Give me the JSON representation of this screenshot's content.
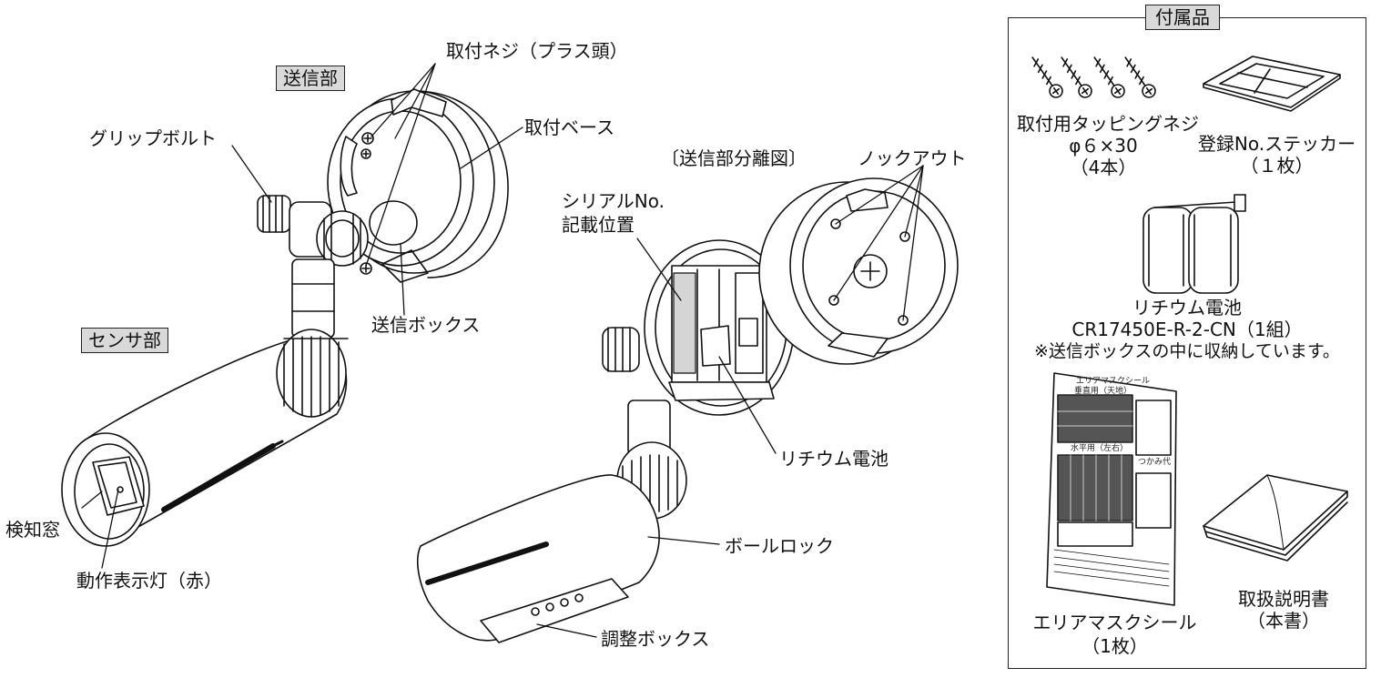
{
  "tags": {
    "transmitter": "送信部",
    "sensor": "センサ部"
  },
  "labels": {
    "mounting_screw": "取付ネジ（プラス頭）",
    "grip_bolt": "グリップボルト",
    "mounting_base": "取付ベース",
    "transmit_box": "送信ボックス",
    "exploded_view": "〔送信部分離図〕",
    "knockout": "ノックアウト",
    "serial_line1": "シリアルNo.",
    "serial_line2": "記載位置",
    "lithium_battery": "リチウム電池",
    "detection_window": "検知窓",
    "operation_lamp": "動作表示灯（赤）",
    "ball_lock": "ボールロック",
    "adjust_box": "調整ボックス"
  },
  "accessories": {
    "title": "付属品",
    "screws_line1": "取付用タッピングネジ",
    "screws_line2": "φ６×30",
    "screws_line3": "（4本）",
    "sticker_line1": "登録No.ステッカー",
    "sticker_line2": "（１枚）",
    "battery_line1": "リチウム電池",
    "battery_line2": "CR17450E-R-2-CN（1組）",
    "battery_line3": "※送信ボックスの中に収納しています。",
    "seal_line1": "エリアマスクシール",
    "seal_line2": "（1枚）",
    "manual_line1": "取扱説明書",
    "manual_line2": "（本書）",
    "seal_card_title": "エリアマスクシール",
    "seal_card_sub": "垂直用（天地）",
    "seal_card_horizontal": "水平用（左右）",
    "seal_card_grip": "つかみ代"
  }
}
